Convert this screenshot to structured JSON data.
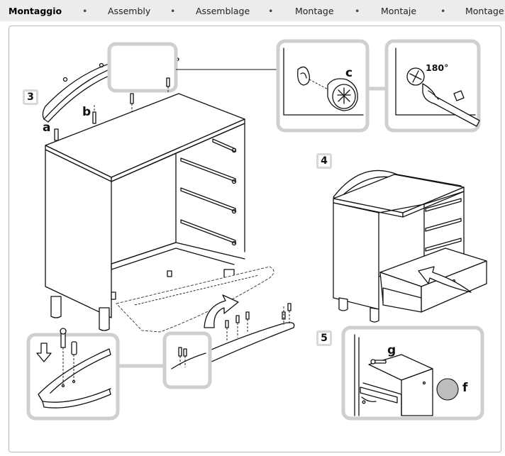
{
  "header": {
    "languages": [
      {
        "label": "Montaggio"
      },
      {
        "label": "Assembly"
      },
      {
        "label": "Assemblage"
      },
      {
        "label": "Montage"
      },
      {
        "label": "Montaje"
      },
      {
        "label": "Montage"
      }
    ],
    "separator": "•"
  },
  "steps": {
    "step3": "3",
    "step4": "4",
    "step5": "5"
  },
  "labels": {
    "part_a": "a",
    "part_b": "b",
    "part_c": "c",
    "part_g": "g",
    "part_f": "f",
    "rotation": "180°"
  },
  "colors": {
    "header_bg": "#ececec",
    "inset_border": "#cfcfcf",
    "knob": "#bdbdbd"
  }
}
